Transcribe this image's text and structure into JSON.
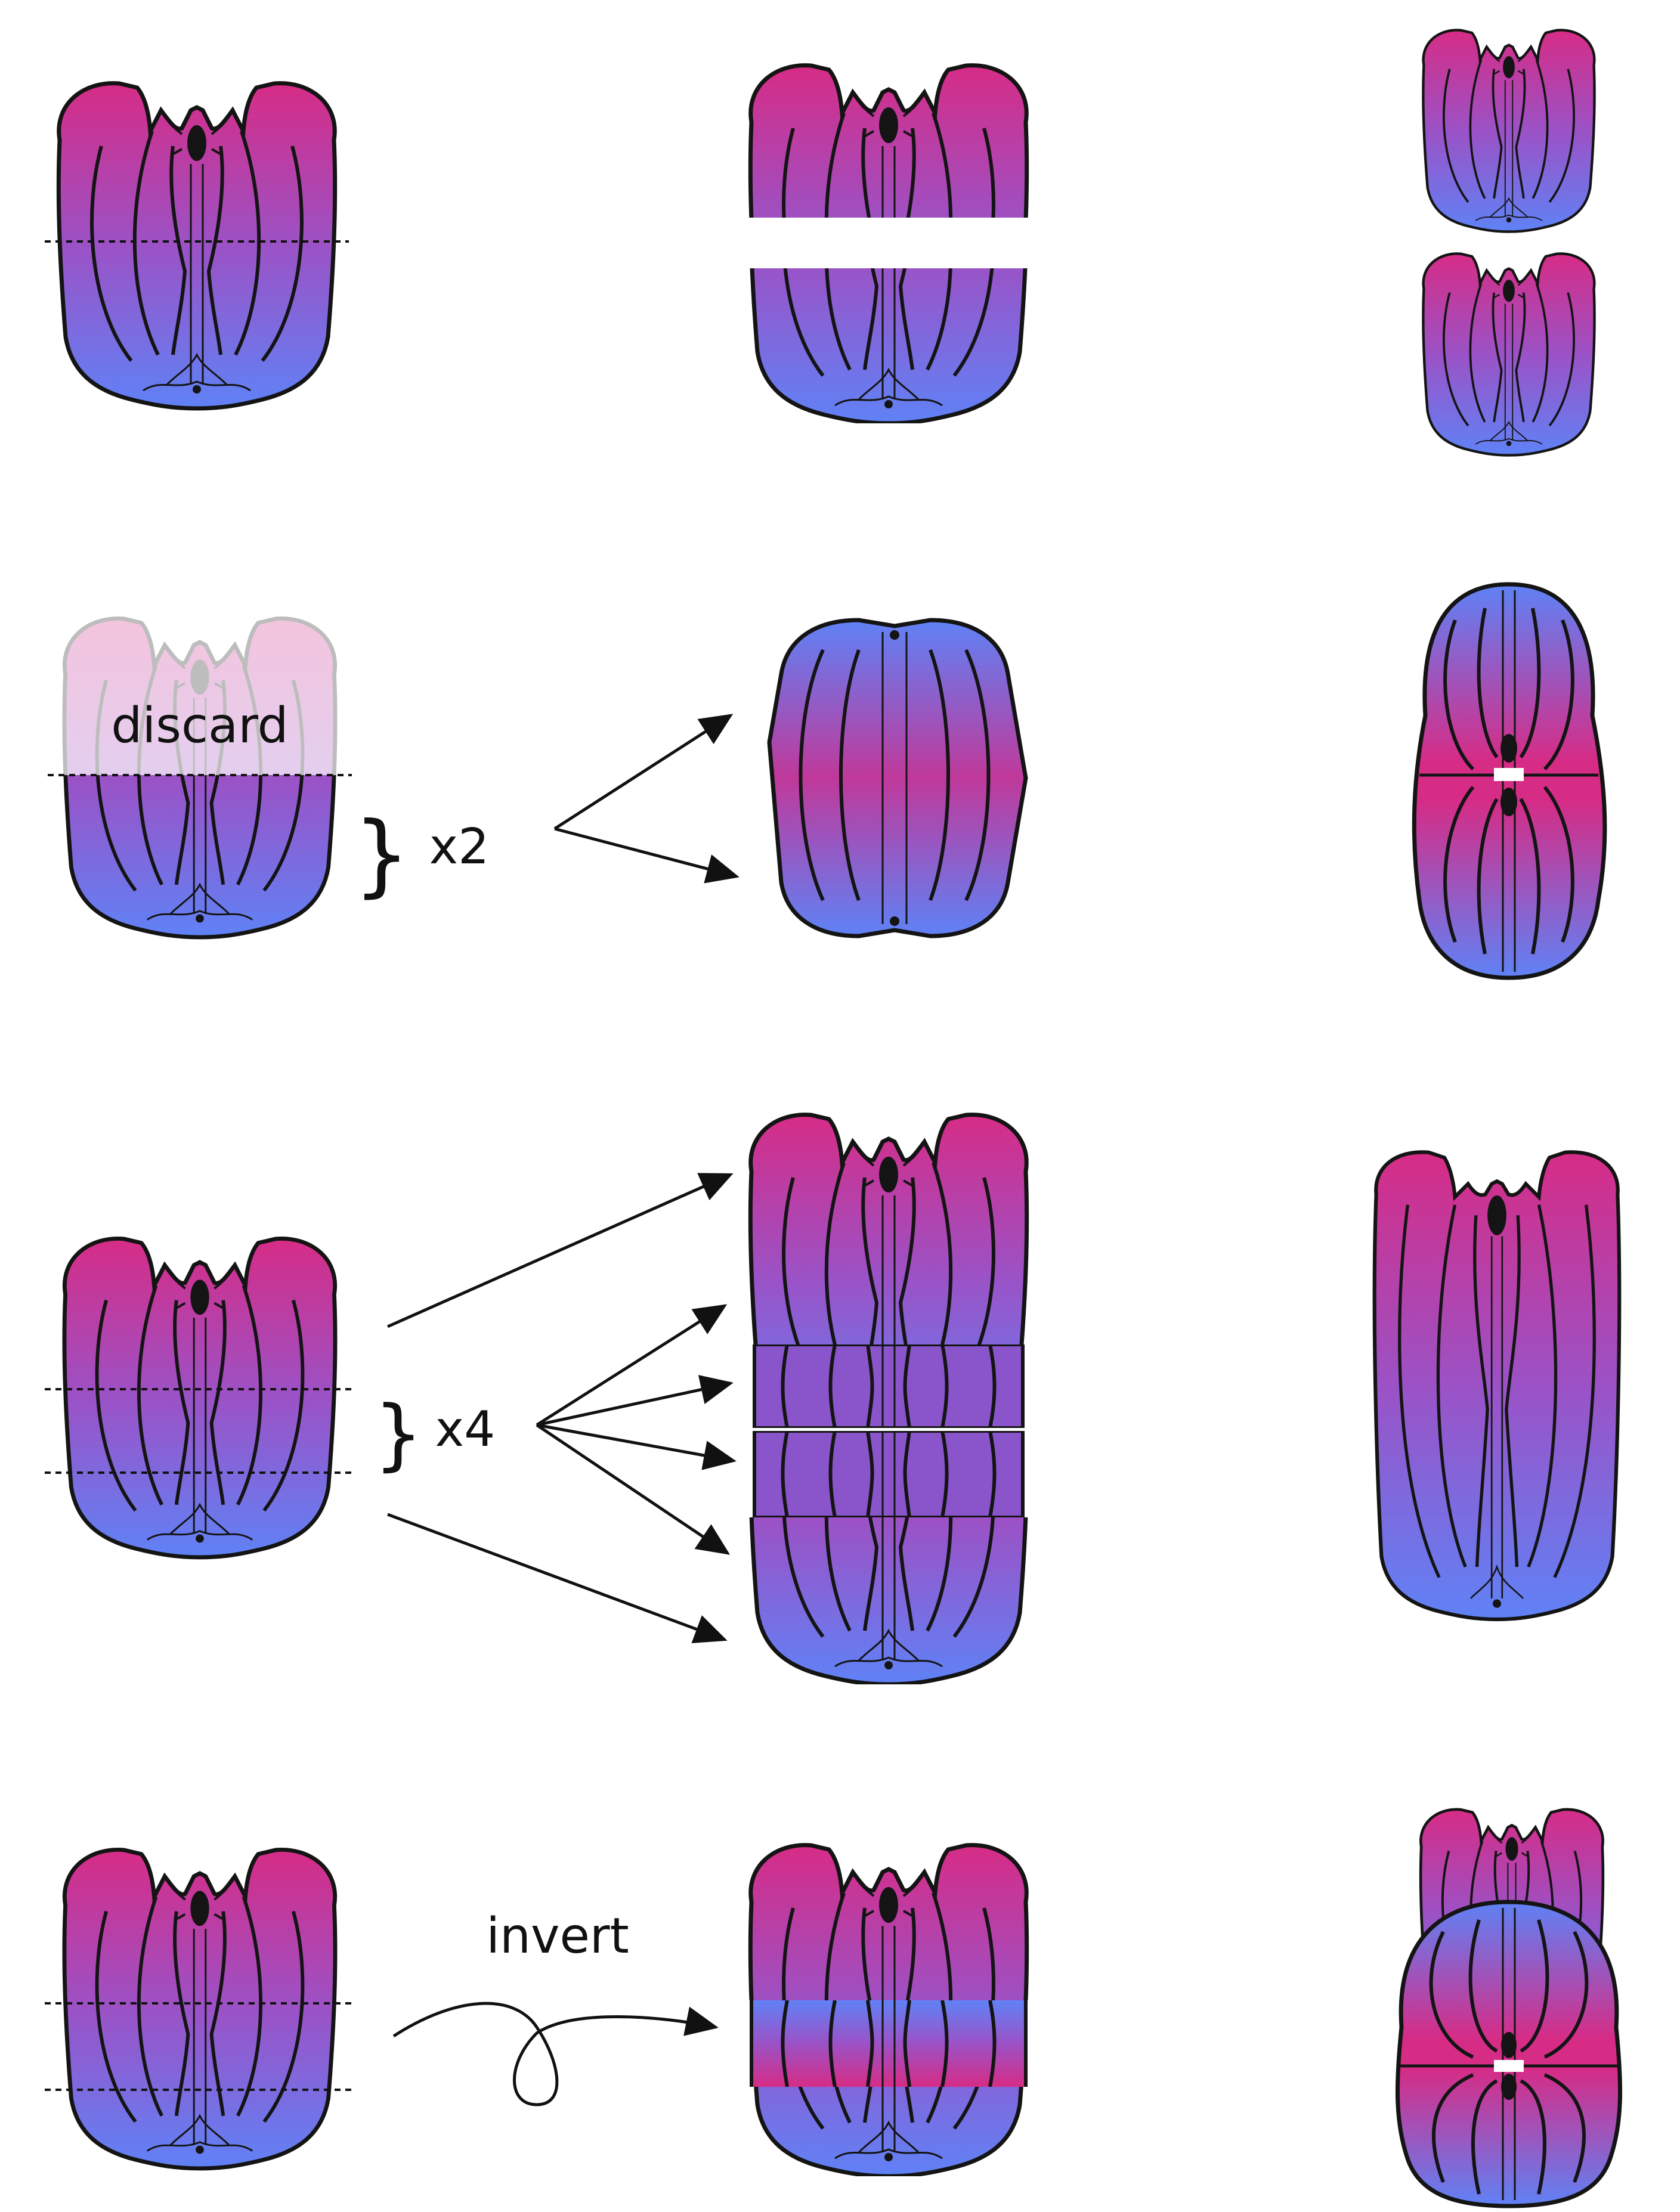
{
  "colors": {
    "top": "#d62c86",
    "mid": "#9b52c6",
    "bottom": "#5f82f6",
    "outline": "#141414",
    "faded_overlay": "#ffffff"
  },
  "rows": [
    {
      "id": "row1",
      "annotations": []
    },
    {
      "id": "row2",
      "annotations": [
        {
          "text": "discard",
          "kind": "label"
        },
        {
          "text": "x2",
          "kind": "multiplier"
        }
      ]
    },
    {
      "id": "row3",
      "annotations": [
        {
          "text": "x4",
          "kind": "multiplier"
        }
      ]
    },
    {
      "id": "row4",
      "annotations": [
        {
          "text": "invert",
          "kind": "label"
        }
      ]
    }
  ],
  "labels": {
    "discard": "discard",
    "x2": "x2",
    "x4": "x4",
    "invert": "invert"
  }
}
